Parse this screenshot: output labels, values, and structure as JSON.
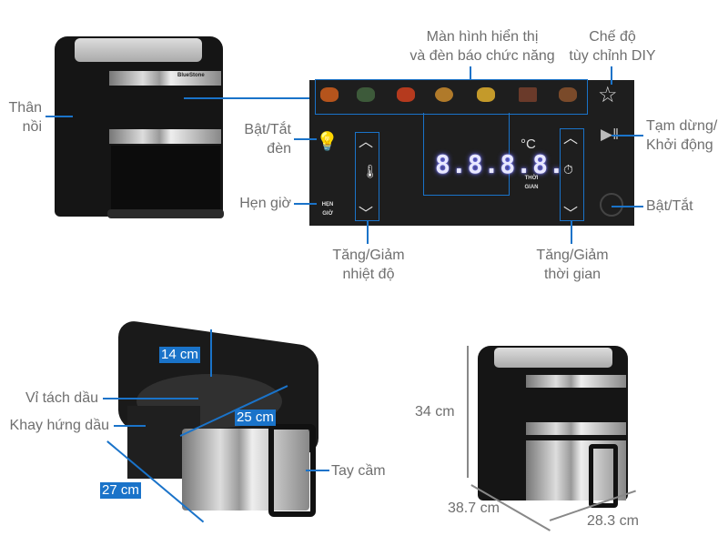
{
  "product": {
    "brand_logo_text": "BlueStone"
  },
  "top_labels": {
    "body": "Thân\nnồi",
    "display": "Màn hình hiển thị\nvà đèn báo chức năng",
    "diy_mode": "Chế độ\ntùy chỉnh DIY",
    "light_toggle": "Bật/Tắt\nđèn",
    "timer": "Hẹn giờ",
    "pause_start": "Tạm dừng/\nKhởi động",
    "power": "Bật/Tắt",
    "temp_adjust": "Tăng/Giảm\nnhiệt độ",
    "time_adjust": "Tăng/Giảm\nthời gian"
  },
  "panel": {
    "display_digits": "8.8.8.8.",
    "unit": "°C",
    "time_label": "THỜI\nGIAN",
    "timer_label": "HẸN\nGIỜ",
    "food_icons": [
      "chicken-icon",
      "vegetable-icon",
      "shrimp-icon",
      "pizza-icon",
      "fries-icon",
      "cake-icon",
      "steak-icon"
    ],
    "food_colors": [
      "#b5541c",
      "#3d5a3a",
      "#b53a1e",
      "#b07a2a",
      "#c49a2a",
      "#6a3a2a",
      "#7a4a2a"
    ]
  },
  "basket_labels": {
    "grill": "Vỉ tách dầu",
    "tray": "Khay hứng dầu",
    "handle": "Tay cầm",
    "depth": "14 cm",
    "diagonal": "25 cm",
    "length": "27 cm"
  },
  "dimensions": {
    "height": "34 cm",
    "depth": "38.7 cm",
    "width": "28.3 cm"
  },
  "accent_color": "#1a73c9"
}
